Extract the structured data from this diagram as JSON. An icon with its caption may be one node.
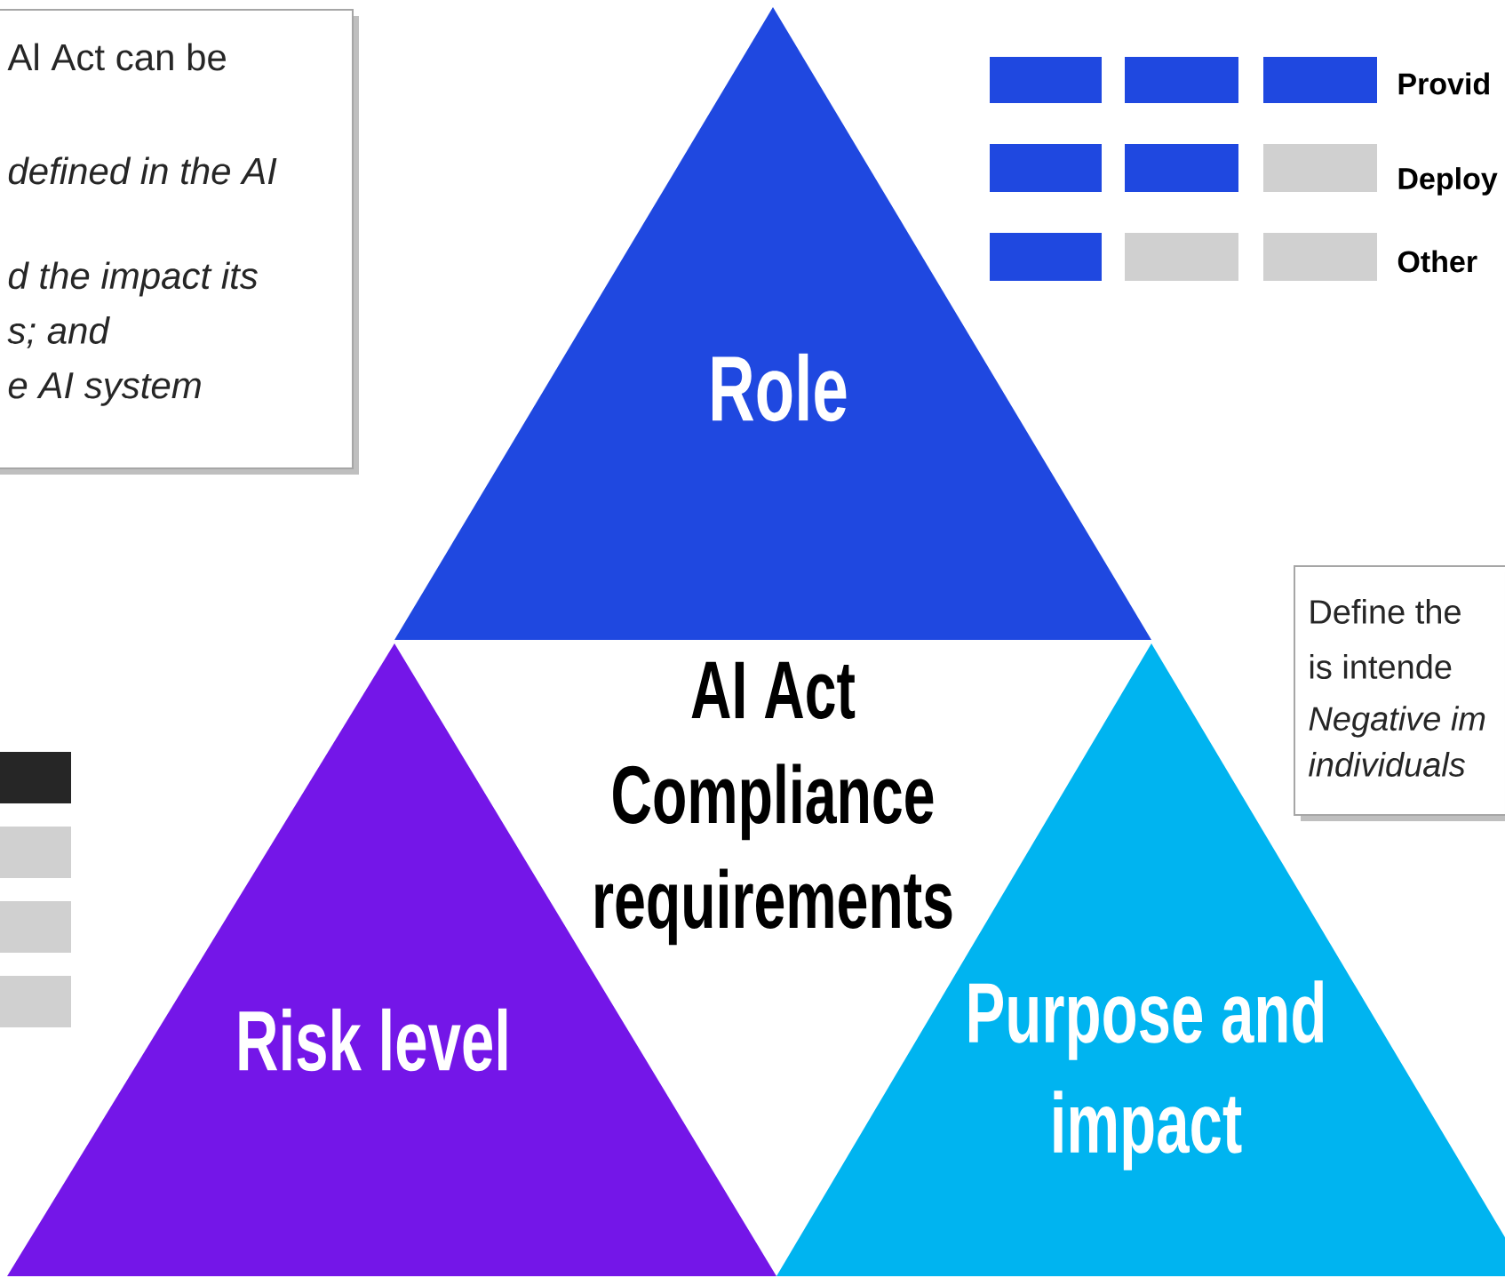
{
  "diagram": {
    "nodes": [
      {
        "text": [
          "Al Act can be",
          "defined in the AI",
          "d the impact its",
          "s; and",
          "e AI system"
        ]
      },
      {
        "text": [
          "Role"
        ]
      },
      {
        "text": [
          "Define the",
          "is intende",
          "Negative im",
          "individuals"
        ]
      },
      {
        "text": [
          "AI Act Compliance requirements"
        ]
      },
      {
        "text": [
          "Risk level"
        ]
      },
      {
        "text": [
          "Purpose and impact"
        ]
      }
    ],
    "labels": [
      "Provid",
      "Deploy",
      "Other"
    ]
  }
}
